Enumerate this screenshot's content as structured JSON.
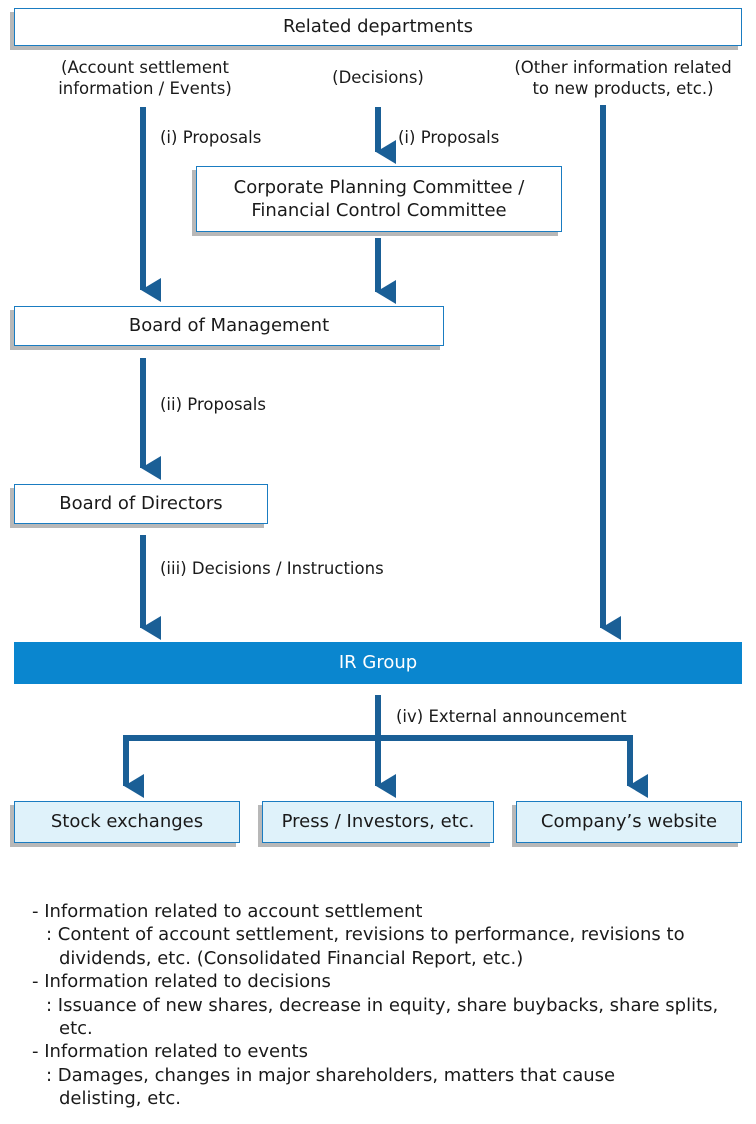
{
  "boxes": {
    "related_departments": "Related departments",
    "corporate_planning": "Corporate Planning Committee /",
    "financial_control": "Financial Control Committee",
    "board_management": "Board of Management",
    "board_directors": "Board of Directors",
    "ir_group": "IR Group",
    "stock_exchanges": "Stock exchanges",
    "press_investors": "Press / Investors, etc.",
    "company_website": "Company’s website"
  },
  "labels": {
    "account_settlement_1": "(Account settlement",
    "account_settlement_2": "information / Events)",
    "decisions": "(Decisions)",
    "other_info_1": "(Other information related",
    "other_info_2": "to new products, etc.)",
    "proposals_i_left": "(i) Proposals",
    "proposals_i_right": "(i) Proposals",
    "proposals_ii": "(ii) Proposals",
    "decisions_instructions": "(iii) Decisions / Instructions",
    "external_announcement": "(iv) External announcement"
  },
  "notes": [
    {
      "heading": "- Information related to account settlement",
      "detail": ": Content of account settlement, revisions to performance, revisions to dividends, etc. (Consolidated Financial Report, etc.)"
    },
    {
      "heading": "- Information related to decisions",
      "detail": ": Issuance of new shares, decrease in equity, share buybacks, share splits, etc."
    },
    {
      "heading": "- Information related to events",
      "detail": ": Damages, changes in major shareholders, matters that cause delisting, etc."
    }
  ],
  "colors": {
    "accent": "#1a7cc1",
    "ir_fill": "#0a86cf",
    "output_fill": "#dff2fa"
  }
}
